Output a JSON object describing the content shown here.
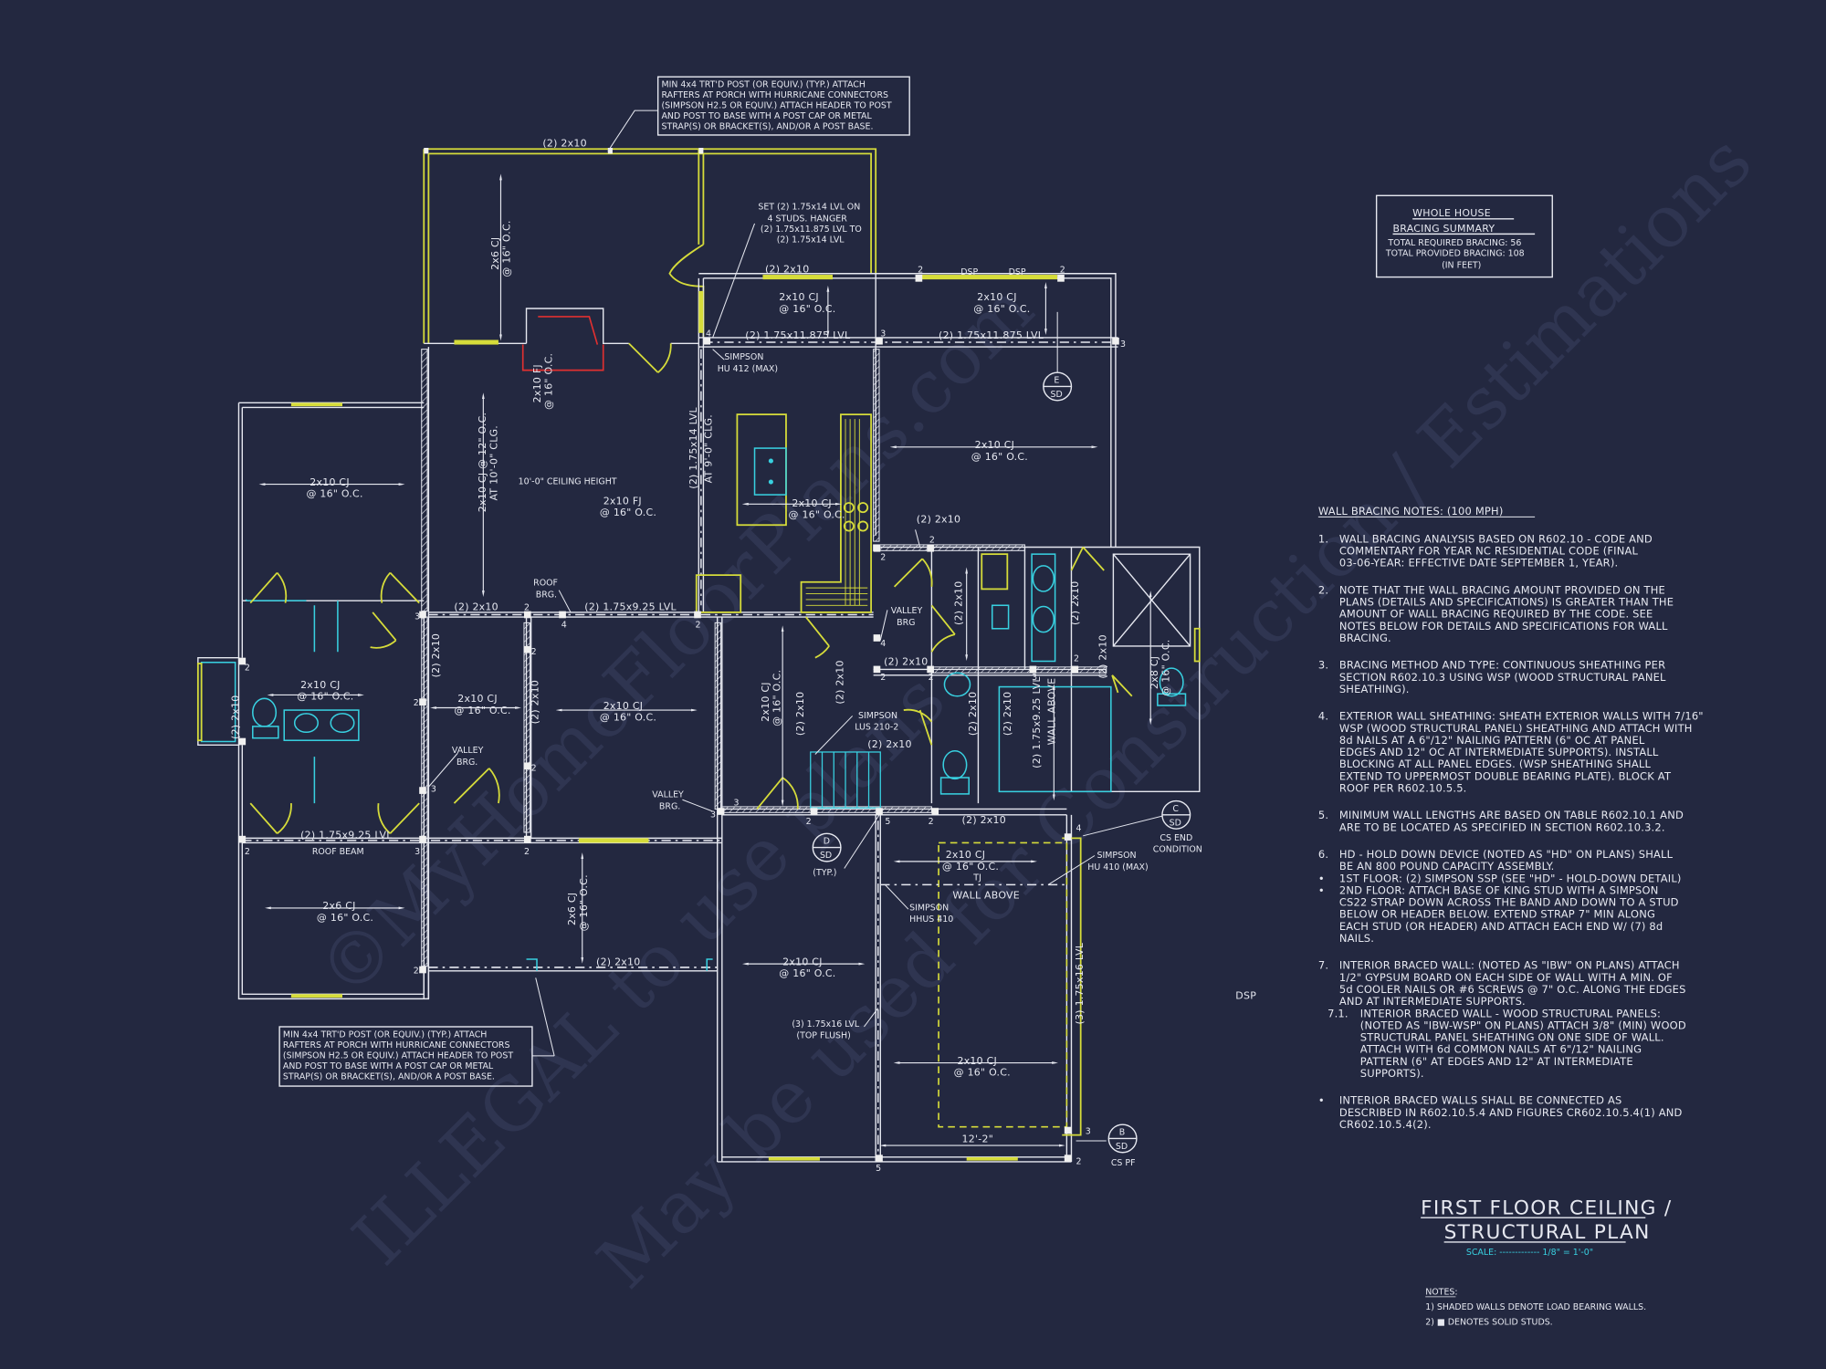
{
  "drawing": {
    "title_line1": "FIRST FLOOR CEILING /",
    "title_line2": "STRUCTURAL PLAN",
    "scale": "SCALE: ------------- 1/8\" = 1'-0\"",
    "colors": {
      "background": "#232840",
      "linework": "#e6e8f0",
      "load_bearing": "#d6dc3a",
      "fixtures": "#38d0e0",
      "fireplace": "#e03030"
    }
  },
  "bracing_summary": {
    "heading1": "WHOLE HOUSE",
    "heading2": "BRACING SUMMARY",
    "required": "TOTAL REQUIRED BRACING: 56",
    "provided": "TOTAL PROVIDED BRACING: 108",
    "units": "(IN FEET)"
  },
  "wall_bracing_notes": {
    "heading": "WALL BRACING NOTES: (100 MPH)",
    "items": [
      {
        "num": "1.",
        "lines": [
          "WALL BRACING ANALYSIS BASED ON R602.10 - CODE AND",
          "COMMENTARY FOR YEAR NC RESIDENTIAL CODE (FINAL",
          "03-06-YEAR: EFFECTIVE DATE SEPTEMBER 1, YEAR)."
        ]
      },
      {
        "num": "2.",
        "lines": [
          "NOTE THAT THE WALL BRACING AMOUNT PROVIDED ON THE",
          "PLANS (DETAILS AND SPECIFICATIONS) IS GREATER THAN THE",
          "AMOUNT OF WALL BRACING REQUIRED BY THE CODE. SEE",
          "NOTES BELOW FOR DETAILS AND SPECIFICATIONS FOR WALL",
          "BRACING."
        ]
      },
      {
        "num": "3.",
        "lines": [
          "BRACING METHOD AND TYPE: CONTINUOUS SHEATHING PER",
          "SECTION R602.10.3 USING WSP (WOOD STRUCTURAL PANEL",
          "SHEATHING)."
        ]
      },
      {
        "num": "4.",
        "lines": [
          "EXTERIOR WALL SHEATHING: SHEATH EXTERIOR WALLS WITH 7/16\"",
          "WSP (WOOD STRUCTURAL PANEL) SHEATHING AND ATTACH WITH",
          "8d NAILS AT A 6\"/12\" NAILING PATTERN (6\" OC AT PANEL",
          "EDGES AND 12\" OC AT INTERMEDIATE SUPPORTS). INSTALL",
          "BLOCKING AT ALL PANEL EDGES. (WSP SHEATHING SHALL",
          "EXTEND TO UPPERMOST DOUBLE BEARING PLATE). BLOCK AT",
          "ROOF PER R602.10.5.5."
        ]
      },
      {
        "num": "5.",
        "lines": [
          "MINIMUM WALL LENGTHS ARE BASED ON TABLE R602.10.1 AND",
          "ARE TO BE LOCATED AS SPECIFIED IN SECTION R602.10.3.2."
        ]
      },
      {
        "num": "6.",
        "lines": [
          "HD - HOLD DOWN DEVICE (NOTED AS \"HD\" ON PLANS) SHALL",
          "BE AN 800 POUND CAPACITY ASSEMBLY."
        ]
      },
      {
        "num": "•",
        "lines": [
          "1ST FLOOR: (2) SIMPSON SSP (SEE \"HD\" - HOLD-DOWN DETAIL)"
        ]
      },
      {
        "num": "•",
        "lines": [
          "2ND FLOOR: ATTACH BASE OF KING STUD WITH A SIMPSON",
          "CS22 STRAP DOWN ACROSS THE BAND AND DOWN TO A STUD",
          "BELOW OR HEADER BELOW.  EXTEND STRAP 7\" MIN ALONG",
          "EACH STUD (OR HEADER) AND ATTACH EACH END W/ (7) 8d",
          "NAILS."
        ]
      },
      {
        "num": "7.",
        "lines": [
          "INTERIOR BRACED WALL: (NOTED AS \"IBW\" ON PLANS) ATTACH",
          "1/2\" GYPSUM BOARD ON EACH SIDE OF WALL WITH A MIN. OF",
          "5d COOLER NAILS OR #6 SCREWS @ 7\" O.C. ALONG THE EDGES",
          "AND AT INTERMEDIATE SUPPORTS."
        ]
      },
      {
        "num": "7.1.",
        "lines": [
          "INTERIOR BRACED WALL - WOOD STRUCTURAL PANELS:",
          "(NOTED AS \"IBW-WSP\" ON PLANS) ATTACH 3/8\" (MIN) WOOD",
          "STRUCTURAL PANEL SHEATHING ON ONE SIDE OF WALL.",
          "ATTACH WITH 6d COMMON NAILS AT 6\"/12\" NAILING",
          "PATTERN (6\" AT EDGES AND 12\" AT INTERMEDIATE",
          "SUPPORTS)."
        ]
      },
      {
        "num": "•",
        "lines": [
          "INTERIOR BRACED WALLS SHALL BE CONNECTED AS",
          "DESCRIBED IN R602.10.5.4 AND FIGURES CR602.10.5.4(1) AND",
          "CR602.10.5.4(2)."
        ]
      }
    ]
  },
  "sheet_notes": {
    "heading": "NOTES:",
    "items": [
      "1) SHADED WALLS DENOTE LOAD BEARING WALLS.",
      "2) ■ DENOTES SOLID STUDS."
    ]
  },
  "callouts": {
    "porch_post_top": [
      "MIN 4x4 TRT'D POST (OR EQUIV.) (TYP.) ATTACH",
      "RAFTERS AT PORCH WITH HURRICANE CONNECTORS",
      "(SIMPSON H2.5 OR EQUIV.) ATTACH HEADER TO POST",
      "AND POST TO BASE WITH A POST CAP OR METAL",
      "STRAP(S) OR BRACKET(S), AND/OR A POST BASE."
    ],
    "porch_post_bottom": [
      "MIN 4x4 TRT'D POST (OR EQUIV.) (TYP.) ATTACH",
      "RAFTERS AT PORCH WITH HURRICANE CONNECTORS",
      "(SIMPSON H2.5 OR EQUIV.) ATTACH HEADER TO POST",
      "AND POST TO BASE WITH A POST CAP OR METAL",
      "STRAP(S) OR BRACKET(S), AND/OR A POST BASE."
    ],
    "set_lvl": [
      "SET (2) 1.75x14 LVL ON",
      "4 STUDS.  HANGER",
      "(2) 1.75x11.875 LVL TO",
      "(2) 1.75x14 LVL"
    ],
    "simpson_hu412": [
      "SIMPSON",
      "HU 412 (MAX)"
    ],
    "simpson_lus": [
      "SIMPSON",
      "LUS 210-2"
    ],
    "simpson_hhus": [
      "SIMPSON",
      "HHUS 410"
    ],
    "simpson_hu410": [
      "SIMPSON",
      "HU 410 (MAX)"
    ],
    "lvl_top_flush": [
      "(3) 1.75x16 LVL",
      "(TOP FLUSH)"
    ],
    "roof_brg": [
      "ROOF",
      "BRG."
    ],
    "valley_brg": [
      "VALLEY",
      "BRG."
    ],
    "valley_brg2": [
      "VALLEY",
      "BRG"
    ],
    "ceiling_height": "10'-0\" CEILING HEIGHT",
    "roof_beam": "ROOF BEAM",
    "wall_above": "WALL ABOVE",
    "tj": "TJ",
    "dim_12_2": "12'-2\""
  },
  "joist_labels": {
    "cj_2x10": "2x10 CJ",
    "cj_2x6": "2x6 CJ",
    "cj_2x8": "2x8 CJ",
    "fj_2x10": "2x10 FJ",
    "oc16": "@ 16\" O.C.",
    "cj_12oc": "2x10 CJ @ 12\" O.C.",
    "at_10": "AT 10'-0\" CLG.",
    "at_9": "AT 9'-0\" CLG.",
    "hdr_2x10": "(2) 2x10",
    "lvl_11875": "(2) 1.75x11.875 LVL",
    "lvl_925": "(2) 1.75x9.25 LVL",
    "lvl_14": "(2) 1.75x14 LVL",
    "lvl_925_above": "(2) 1.75x9.25 LVL",
    "lvl_16": "(3) 1.75x16 LVL",
    "dsp": "DSP"
  },
  "section_markers": [
    {
      "letter": "E",
      "sub": "SD",
      "note": ""
    },
    {
      "letter": "D",
      "sub": "SD",
      "note": "(TYP.)"
    },
    {
      "letter": "C",
      "sub": "SD",
      "note_lines": [
        "CS END",
        "CONDITION"
      ]
    },
    {
      "letter": "B",
      "sub": "SD",
      "note": "CS PF"
    }
  ],
  "post_counts": [
    "2",
    "3",
    "4",
    "5"
  ],
  "watermarks": [
    "©MyHomeFloorPlans.com",
    "ILLEGAL to use plans - May be used for Construction / Estimations"
  ]
}
